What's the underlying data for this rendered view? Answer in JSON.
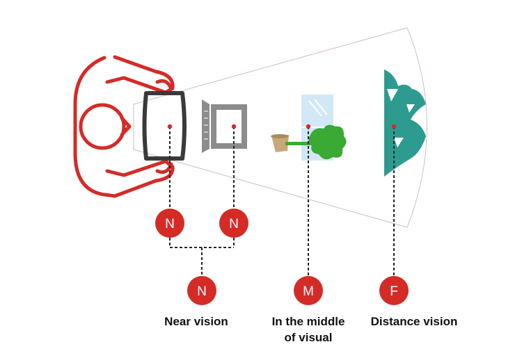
{
  "colors": {
    "accent_red": "#d42b27",
    "mountain_teal": "#2e9b91",
    "plant_green": "#3aaa35",
    "pot_tan": "#c8a878",
    "screen_dark": "#3a3a3a",
    "laptop_gray": "#8c8c8c",
    "window_blue": "#d2e8f7",
    "field_outline": "#d8c8c4"
  },
  "icons": {
    "person": "person-topview-icon",
    "monitor": "monitor-icon",
    "laptop": "laptop-icon",
    "plant": "potted-plant-icon",
    "window": "window-icon",
    "mountains": "mountains-icon"
  },
  "badges": {
    "near_monitor": "N",
    "near_laptop": "N",
    "near_combined": "N",
    "middle": "M",
    "far": "F"
  },
  "labels": {
    "near": "Near vision",
    "middle": "In the middle\nof visual",
    "far": "Distance vision"
  }
}
